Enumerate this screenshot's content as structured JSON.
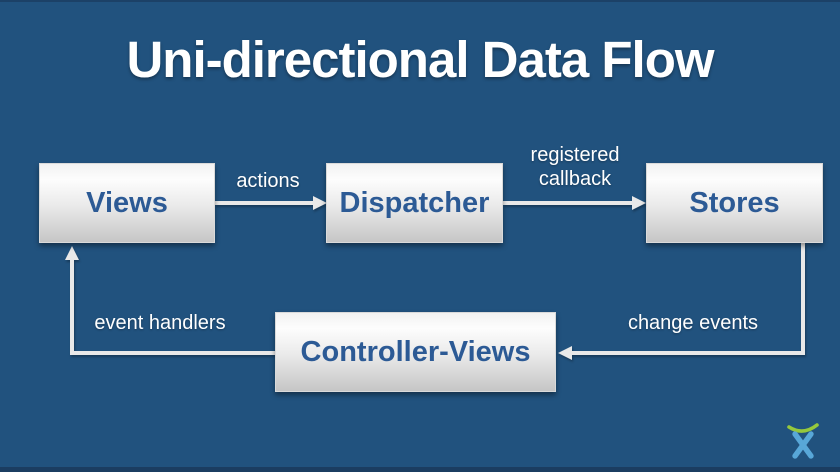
{
  "slide": {
    "title": "Uni-directional Data Flow"
  },
  "diagram": {
    "nodes": {
      "views": {
        "label": "Views"
      },
      "dispatcher": {
        "label": "Dispatcher"
      },
      "stores": {
        "label": "Stores"
      },
      "controller_views": {
        "label": "Controller-Views"
      }
    },
    "edges": {
      "views_to_dispatcher": {
        "label": "actions",
        "from": "Views",
        "to": "Dispatcher"
      },
      "dispatcher_to_stores": {
        "label": "registered callback",
        "from": "Dispatcher",
        "to": "Stores"
      },
      "stores_to_controller_views": {
        "label": "change events",
        "from": "Stores",
        "to": "Controller-Views"
      },
      "controller_views_to_views": {
        "label": "event handlers",
        "from": "Controller-Views",
        "to": "Views"
      }
    }
  },
  "logo": {
    "name": "atlassian-logo"
  },
  "colors": {
    "bg": "#21527E",
    "top_edge": "#1B3D61",
    "bottom_bar": "#1B3D61",
    "box_top": "#F2F2F2",
    "box_bottom": "#C6C6C6",
    "box_text": "#2C5A95",
    "arrow": "#E9E9E9",
    "label_text": "#FFFFFF",
    "logo_green": "#96C83C",
    "logo_blue": "#58A7D8"
  }
}
